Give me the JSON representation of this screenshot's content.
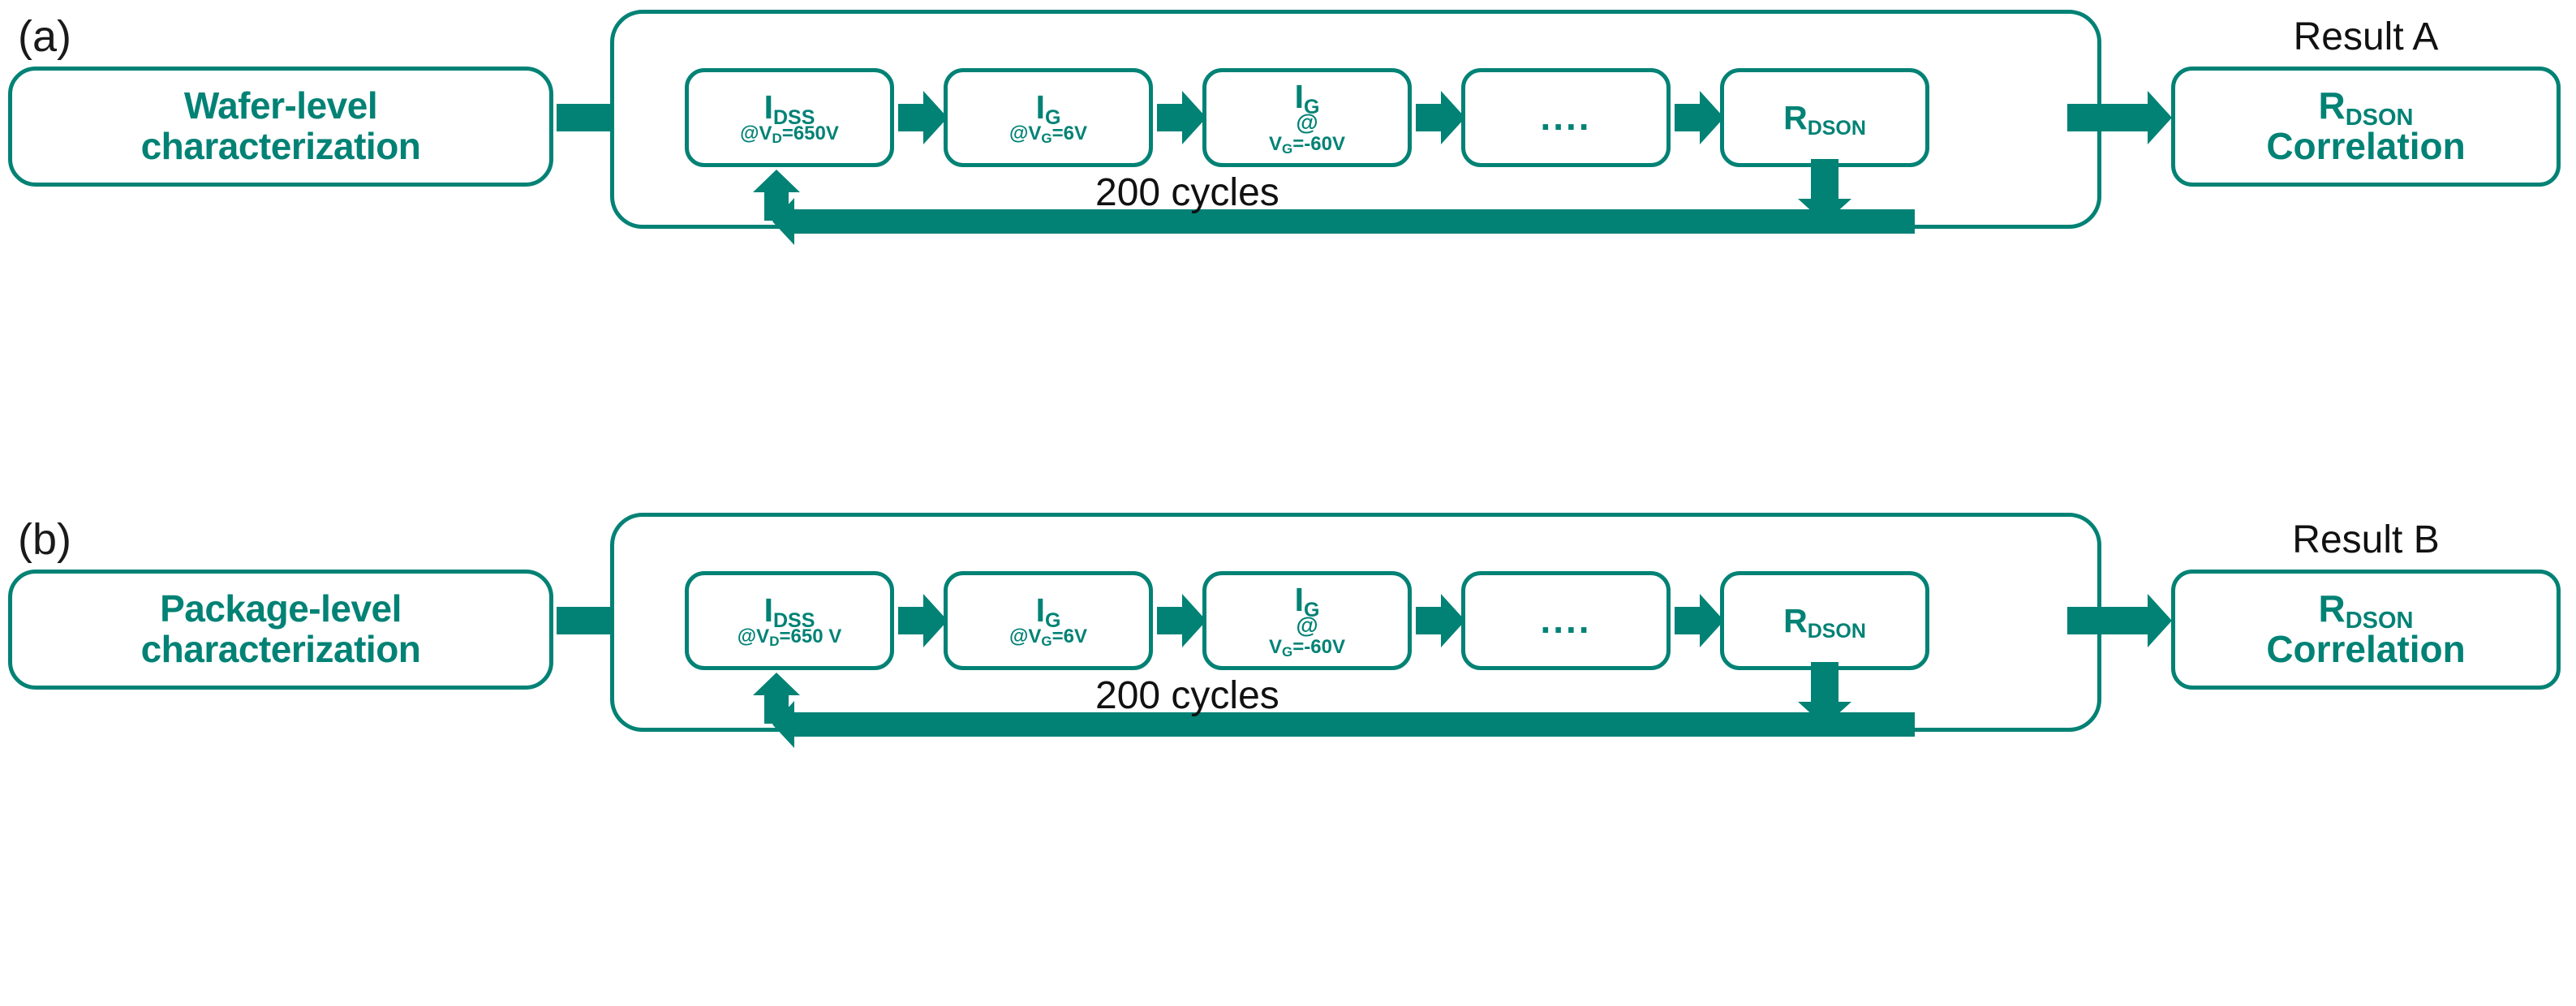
{
  "figure": {
    "accent_color": "#018275",
    "text_color": "#111111",
    "background": "#ffffff"
  },
  "panels": [
    {
      "letter": "(a)",
      "entry": {
        "line1": "Wafer-level",
        "line2": "characterization"
      },
      "result_caption": "Result A",
      "result": {
        "main": "R",
        "main_sub": "DSON",
        "line2": "Correlation"
      },
      "loop_label": "200 cycles",
      "steps": [
        {
          "main": "I",
          "main_sub": "DSS",
          "cond_pre": "@V",
          "cond_sub": "D",
          "cond_post": "=650V",
          "at": "",
          "cond2": "",
          "dots": ""
        },
        {
          "main": "I",
          "main_sub": "G",
          "cond_pre": "@V",
          "cond_sub": "G",
          "cond_post": "=6V",
          "at": "",
          "cond2": "",
          "dots": ""
        },
        {
          "main": "I",
          "main_sub": "G",
          "cond_pre": "",
          "cond_sub": "",
          "cond_post": "",
          "at": "@",
          "cond2_pre": "V",
          "cond2_sub": "G",
          "cond2_post": "=-60V",
          "dots": ""
        },
        {
          "main": "",
          "main_sub": "",
          "cond_pre": "",
          "cond_sub": "",
          "cond_post": "",
          "at": "",
          "cond2": "",
          "dots": "...."
        },
        {
          "main": "R",
          "main_sub": "DSON",
          "cond_pre": "",
          "cond_sub": "",
          "cond_post": "",
          "at": "",
          "cond2": "",
          "dots": ""
        }
      ]
    },
    {
      "letter": "(b)",
      "entry": {
        "line1": "Package-level",
        "line2": "characterization"
      },
      "result_caption": "Result B",
      "result": {
        "main": "R",
        "main_sub": "DSON",
        "line2": "Correlation"
      },
      "loop_label": "200 cycles",
      "steps": [
        {
          "main": "I",
          "main_sub": "DSS",
          "cond_pre": "@V",
          "cond_sub": "D",
          "cond_post": "=650 V",
          "at": "",
          "cond2": "",
          "dots": ""
        },
        {
          "main": "I",
          "main_sub": "G",
          "cond_pre": "@V",
          "cond_sub": "G",
          "cond_post": "=6V",
          "at": "",
          "cond2": "",
          "dots": ""
        },
        {
          "main": "I",
          "main_sub": "G",
          "cond_pre": "",
          "cond_sub": "",
          "cond_post": "",
          "at": "@",
          "cond2_pre": "V",
          "cond2_sub": "G",
          "cond2_post": "=-60V",
          "dots": ""
        },
        {
          "main": "",
          "main_sub": "",
          "cond_pre": "",
          "cond_sub": "",
          "cond_post": "",
          "at": "",
          "cond2": "",
          "dots": "...."
        },
        {
          "main": "R",
          "main_sub": "DSON",
          "cond_pre": "",
          "cond_sub": "",
          "cond_post": "",
          "at": "",
          "cond2": "",
          "dots": ""
        }
      ]
    }
  ]
}
